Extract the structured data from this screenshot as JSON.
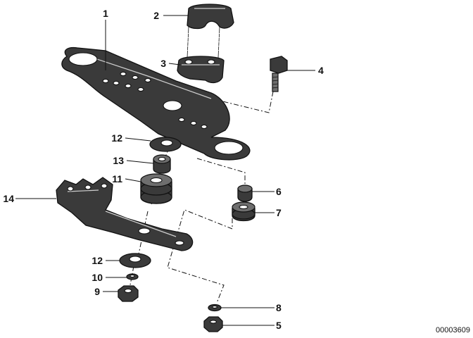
{
  "callouts": [
    {
      "id": "c1",
      "text": "1"
    },
    {
      "id": "c2",
      "text": "2"
    },
    {
      "id": "c3",
      "text": "3"
    },
    {
      "id": "c4",
      "text": "4"
    },
    {
      "id": "c5",
      "text": "5"
    },
    {
      "id": "c6",
      "text": "6"
    },
    {
      "id": "c7",
      "text": "7"
    },
    {
      "id": "c8",
      "text": "8"
    },
    {
      "id": "c9",
      "text": "9"
    },
    {
      "id": "c10",
      "text": "10"
    },
    {
      "id": "c11",
      "text": "11"
    },
    {
      "id": "c12a",
      "text": "12"
    },
    {
      "id": "c12b",
      "text": "12"
    },
    {
      "id": "c13",
      "text": "13"
    },
    {
      "id": "c14",
      "text": "14"
    }
  ],
  "document_id": "00003609"
}
